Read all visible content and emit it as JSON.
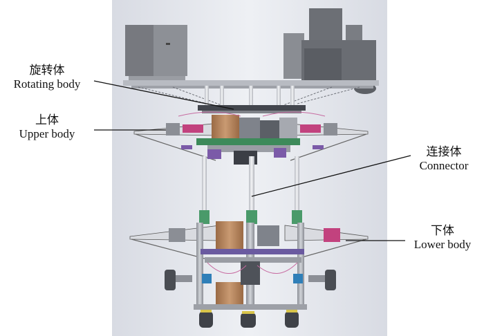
{
  "labels": {
    "rotating_body": {
      "zh": "旋转体",
      "en": "Rotating body"
    },
    "upper_body": {
      "zh": "上体",
      "en": "Upper body"
    },
    "connector": {
      "zh": "连接体",
      "en": "Connector"
    },
    "lower_body": {
      "zh": "下体",
      "en": "Lower body"
    }
  }
}
